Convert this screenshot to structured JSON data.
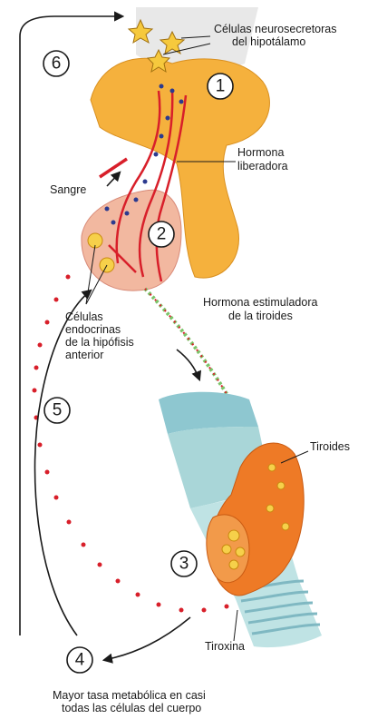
{
  "labels": {
    "neurosecretory_line1": "Células neurosecretoras",
    "neurosecretory_line2": "del hipotálamo",
    "releasing_line1": "Hormona",
    "releasing_line2": "liberadora",
    "blood": "Sangre",
    "tsh_line1": "Hormona estimuladora",
    "tsh_line2": "de la tiroides",
    "endocrine_line1": "Células",
    "endocrine_line2": "endocrinas",
    "endocrine_line3": "de la hipófisis",
    "endocrine_line4": "anterior",
    "thyroid": "Tiroides",
    "thyroxine": "Tiroxina",
    "caption_line1": "Mayor tasa metabólica en casi",
    "caption_line2": "todas las células del cuerpo"
  },
  "steps": [
    "1",
    "2",
    "3",
    "4",
    "5",
    "6"
  ],
  "colors": {
    "hypothalamus": "#f5b13d",
    "pituitary": "#f2b8a0",
    "blood_vessel": "#d81f2a",
    "thyroid": "#ee7a26",
    "trachea": "#a9d6d8",
    "dots": "#d81f2a"
  }
}
